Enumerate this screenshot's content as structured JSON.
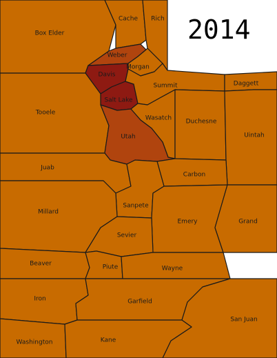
{
  "year": "2014",
  "colors": {
    "low": "#C86B00",
    "medium": "#B0440E",
    "high": "#8E1A12",
    "border": "#1a1a1a"
  },
  "counties": [
    {
      "id": "box-elder",
      "label": "Box Elder",
      "level": "low"
    },
    {
      "id": "cache",
      "label": "Cache",
      "level": "low"
    },
    {
      "id": "rich",
      "label": "Rich",
      "level": "low"
    },
    {
      "id": "weber",
      "label": "Weber",
      "level": "medium"
    },
    {
      "id": "morgan",
      "label": "Morgan",
      "level": "low"
    },
    {
      "id": "davis",
      "label": "Davis",
      "level": "high"
    },
    {
      "id": "salt-lake",
      "label": "Salt Lake",
      "level": "high"
    },
    {
      "id": "summit",
      "label": "Summit",
      "level": "low"
    },
    {
      "id": "daggett",
      "label": "Daggett",
      "level": "low"
    },
    {
      "id": "tooele",
      "label": "Tooele",
      "level": "low"
    },
    {
      "id": "wasatch",
      "label": "Wasatch",
      "level": "low"
    },
    {
      "id": "duchesne",
      "label": "Duchesne",
      "level": "low"
    },
    {
      "id": "uintah",
      "label": "Uintah",
      "level": "low"
    },
    {
      "id": "utah",
      "label": "Utah",
      "level": "medium"
    },
    {
      "id": "juab",
      "label": "Juab",
      "level": "low"
    },
    {
      "id": "carbon",
      "label": "Carbon",
      "level": "low"
    },
    {
      "id": "sanpete",
      "label": "Sanpete",
      "level": "low"
    },
    {
      "id": "millard",
      "label": "Millard",
      "level": "low"
    },
    {
      "id": "emery",
      "label": "Emery",
      "level": "low"
    },
    {
      "id": "grand",
      "label": "Grand",
      "level": "low"
    },
    {
      "id": "sevier",
      "label": "Sevier",
      "level": "low"
    },
    {
      "id": "beaver",
      "label": "Beaver",
      "level": "low"
    },
    {
      "id": "piute",
      "label": "Piute",
      "level": "low"
    },
    {
      "id": "wayne",
      "label": "Wayne",
      "level": "low"
    },
    {
      "id": "iron",
      "label": "Iron",
      "level": "low"
    },
    {
      "id": "garfield",
      "label": "Garfield",
      "level": "low"
    },
    {
      "id": "san-juan",
      "label": "San Juan",
      "level": "low"
    },
    {
      "id": "washington",
      "label": "Washington",
      "level": "low"
    },
    {
      "id": "kane",
      "label": "Kane",
      "level": "low"
    }
  ]
}
